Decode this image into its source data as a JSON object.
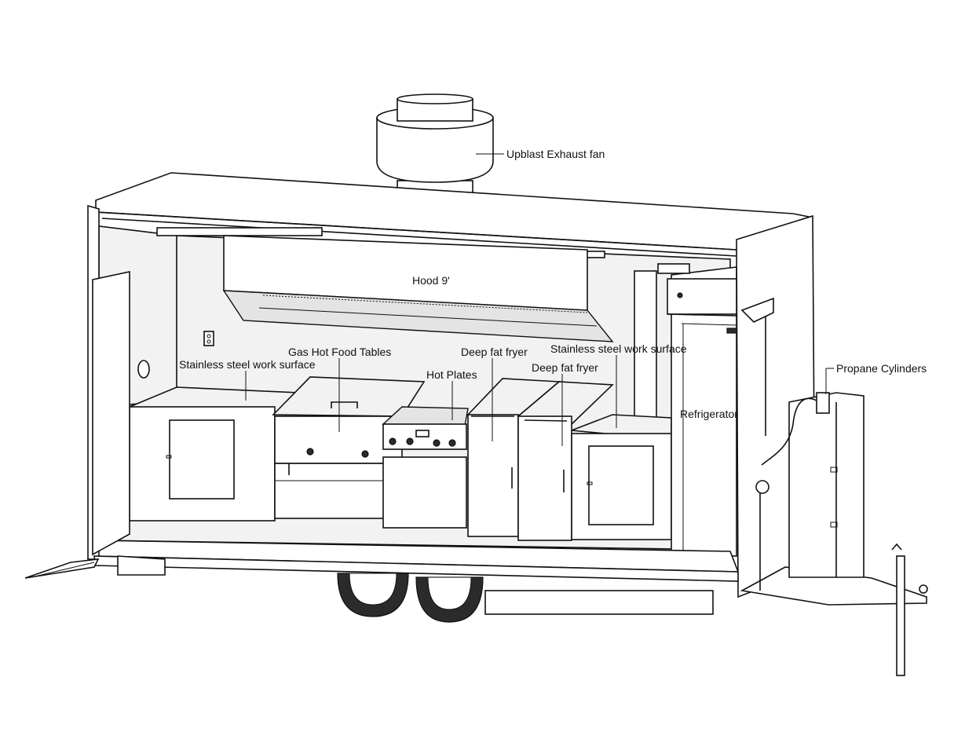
{
  "diagram": {
    "labels": {
      "exhaust_fan": "Upblast Exhaust fan",
      "hood": "Hood 9'",
      "work_surface_left": "Stainless steel work surface",
      "gas_hot_food_tables": "Gas Hot Food Tables",
      "hot_plates": "Hot Plates",
      "deep_fat_fryer_1": "Deep fat fryer",
      "deep_fat_fryer_2": "Deep fat fryer",
      "work_surface_right": "Stainless steel work surface",
      "refrigerator": "Refrigerator",
      "propane_cylinders": "Propane Cylinders"
    }
  }
}
